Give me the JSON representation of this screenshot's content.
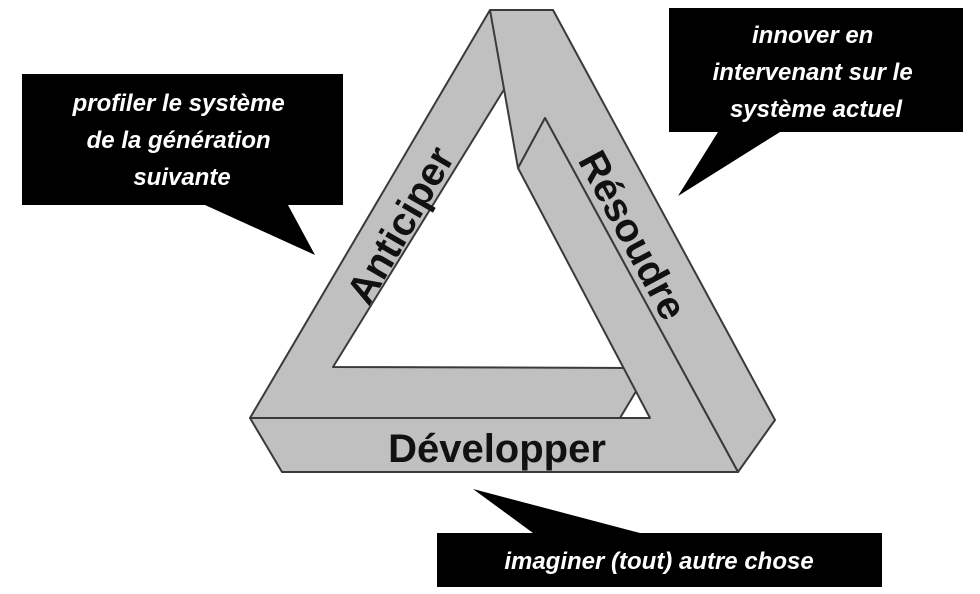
{
  "triangle": {
    "left_label": "Anticiper",
    "right_label": "Résoudre",
    "bottom_label": "Développer"
  },
  "callouts": {
    "top_left": {
      "lines": [
        "profiler le système",
        "de la génération",
        "suivante"
      ]
    },
    "top_right": {
      "lines": [
        "innover en",
        "intervenant sur le",
        "système actuel"
      ]
    },
    "bottom": {
      "lines": [
        "imaginer (tout) autre chose"
      ]
    }
  }
}
